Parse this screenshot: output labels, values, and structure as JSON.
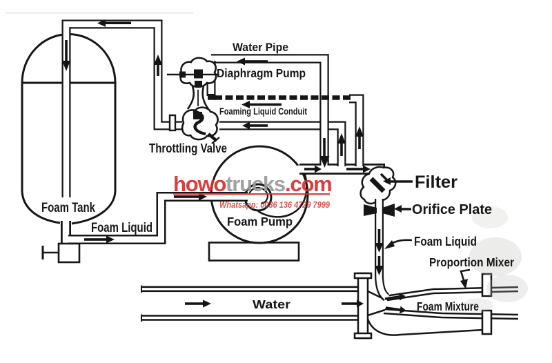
{
  "diagram": {
    "labels": {
      "water_pipe": "Water Pipe",
      "diaphragm_pump": "Diaphragm Pump",
      "foaming_liquid_conduit": "Foaming Liquid Conduit",
      "throttling_valve": "Throttling Valve",
      "foam_tank": "Foam Tank",
      "foam_liquid_suction": "Foam Liquid",
      "foam_pump": "Foam Pump",
      "filter": "Filter",
      "orifice_plate": "Orifice Plate",
      "foam_liquid_injection": "Foam Liquid",
      "proportion_mixer": "Proportion Mixer",
      "foam_mixture": "Foam Mixture",
      "water": "Water"
    },
    "watermark": {
      "brand_prefix": "howo",
      "brand_mid": "trucks",
      "brand_suffix": ".com",
      "contact": "Whatsapp: 0086 136 4729 7999",
      "accent_color": "#d8302f",
      "muted_color": "#9a9a9a"
    },
    "colors": {
      "line": "#161616",
      "background": "#ffffff"
    }
  }
}
